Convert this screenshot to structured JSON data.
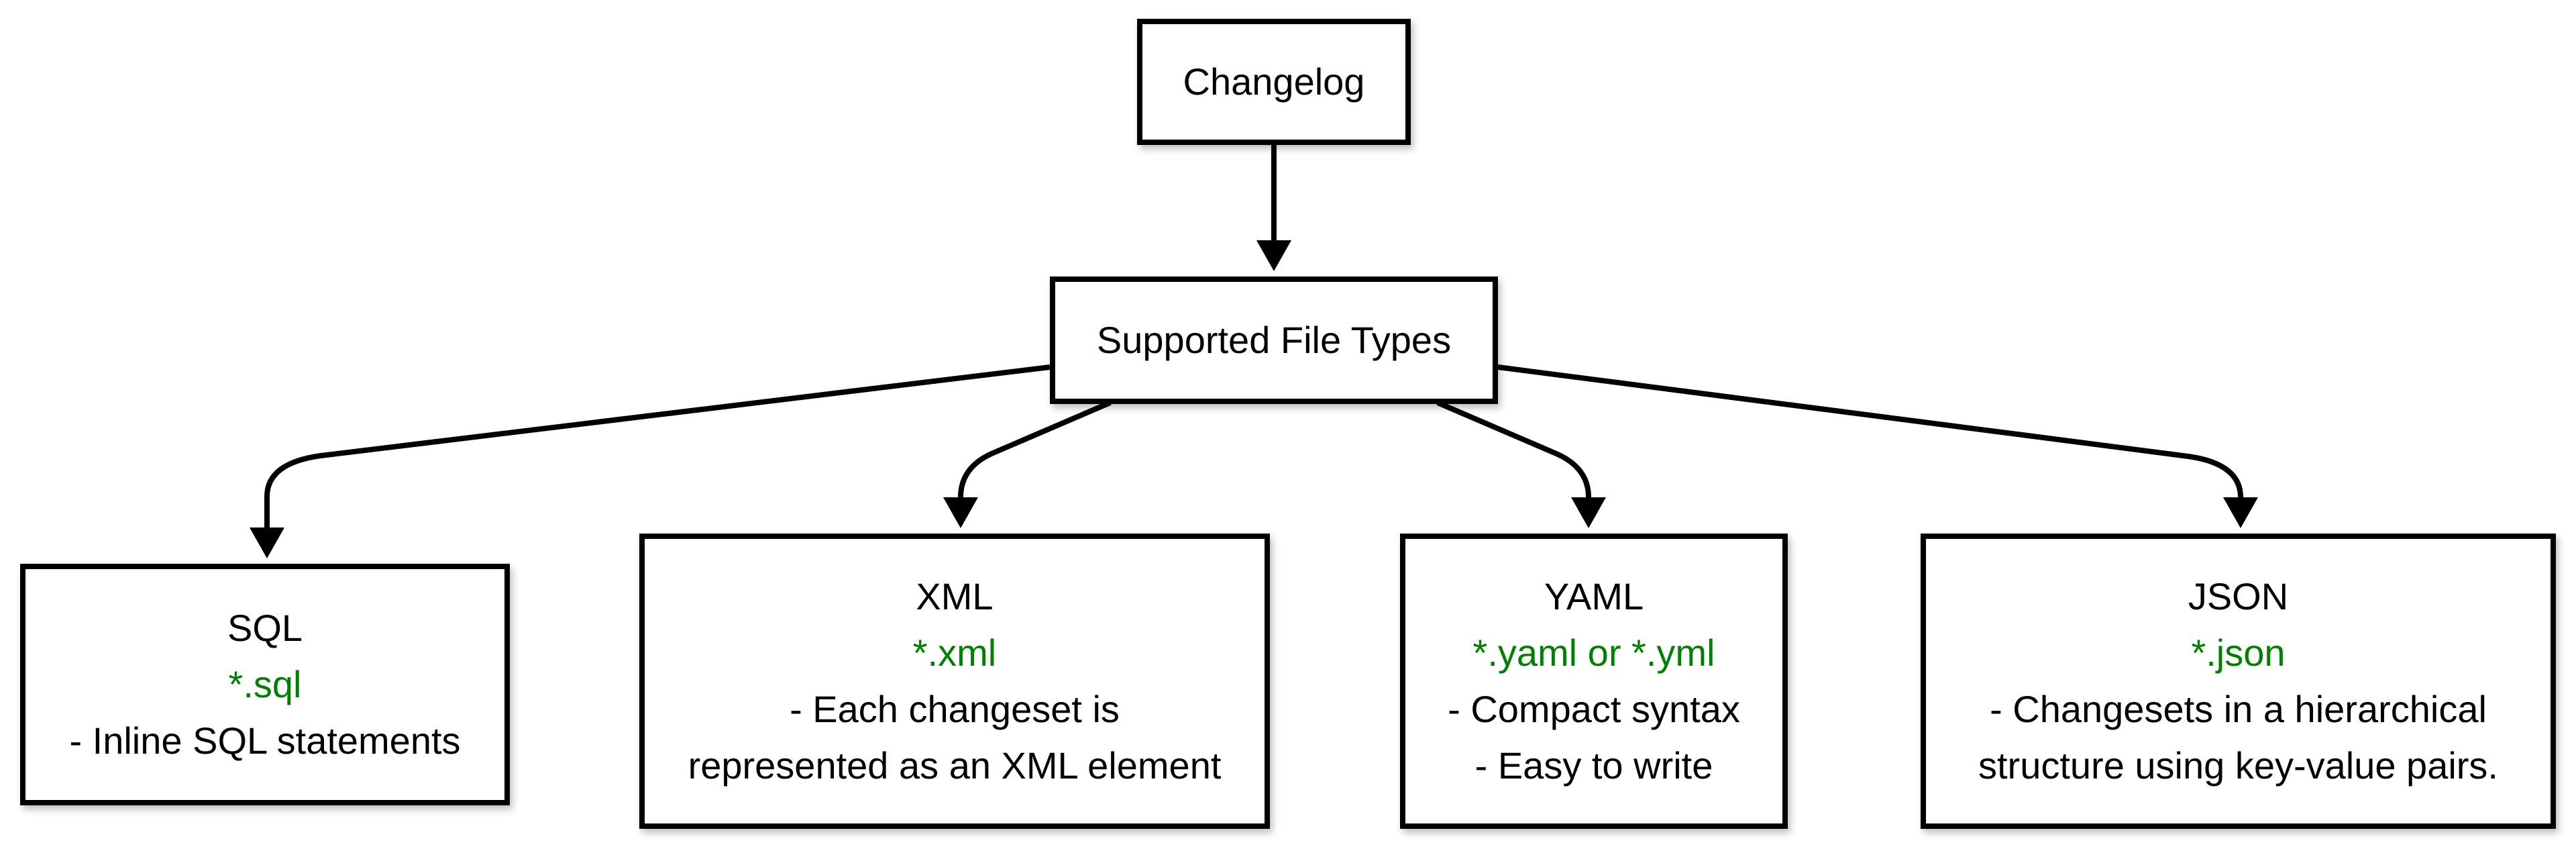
{
  "diagram": {
    "root": {
      "label": "Changelog"
    },
    "hub": {
      "label": "Supported File Types"
    },
    "file_types": [
      {
        "id": "sql",
        "title": "SQL",
        "extension": "*.sql",
        "note_lines": [
          "- Inline SQL statements"
        ]
      },
      {
        "id": "xml",
        "title": "XML",
        "extension": "*.xml",
        "note_lines": [
          "- Each changeset is",
          "represented as an XML element"
        ]
      },
      {
        "id": "yaml",
        "title": "YAML",
        "extension": "*.yaml or *.yml",
        "note_lines": [
          "- Compact syntax",
          "- Easy to write"
        ]
      },
      {
        "id": "json",
        "title": "JSON",
        "extension": "*.json",
        "note_lines": [
          "- Changesets in a hierarchical",
          "structure using key-value pairs."
        ]
      }
    ],
    "colors": {
      "background": "#ffffff",
      "box_fill": "#ffffff",
      "box_border": "#000000",
      "connector_line": "#000000",
      "text": "#000000",
      "extension_text": "#008000"
    }
  }
}
